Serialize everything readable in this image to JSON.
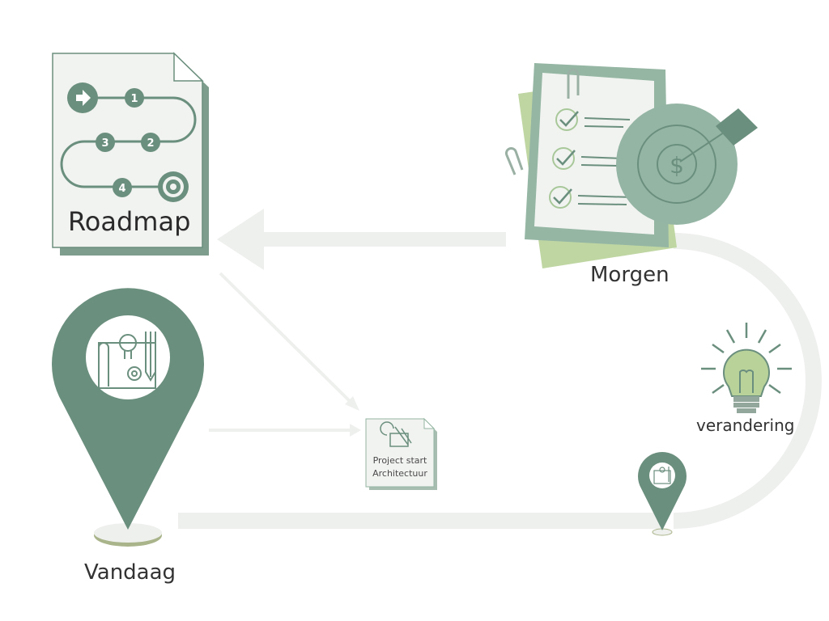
{
  "roadmap": {
    "title": "Roadmap",
    "steps": [
      "1",
      "2",
      "3",
      "4"
    ]
  },
  "morgen": {
    "label": "Morgen"
  },
  "vandaag": {
    "label": "Vandaag"
  },
  "verandering": {
    "label": "verandering"
  },
  "project_start": {
    "line1": "Project start",
    "line2": "Architectuur"
  },
  "target": {
    "symbol": "$"
  },
  "colors": {
    "primary_green": "#6b8f7e",
    "light_green": "#a9c89a",
    "pale_green": "#eef1ee",
    "path_gray": "#eef0ee",
    "target_green": "#95b5a4",
    "bulb_fill": "#b9d29a"
  },
  "icons": [
    "arrow-right-icon",
    "target-icon",
    "checklist-icon",
    "paperclip-icon",
    "dartboard-icon",
    "lightbulb-icon",
    "map-pin-icon",
    "blueprint-icon",
    "document-icon"
  ]
}
